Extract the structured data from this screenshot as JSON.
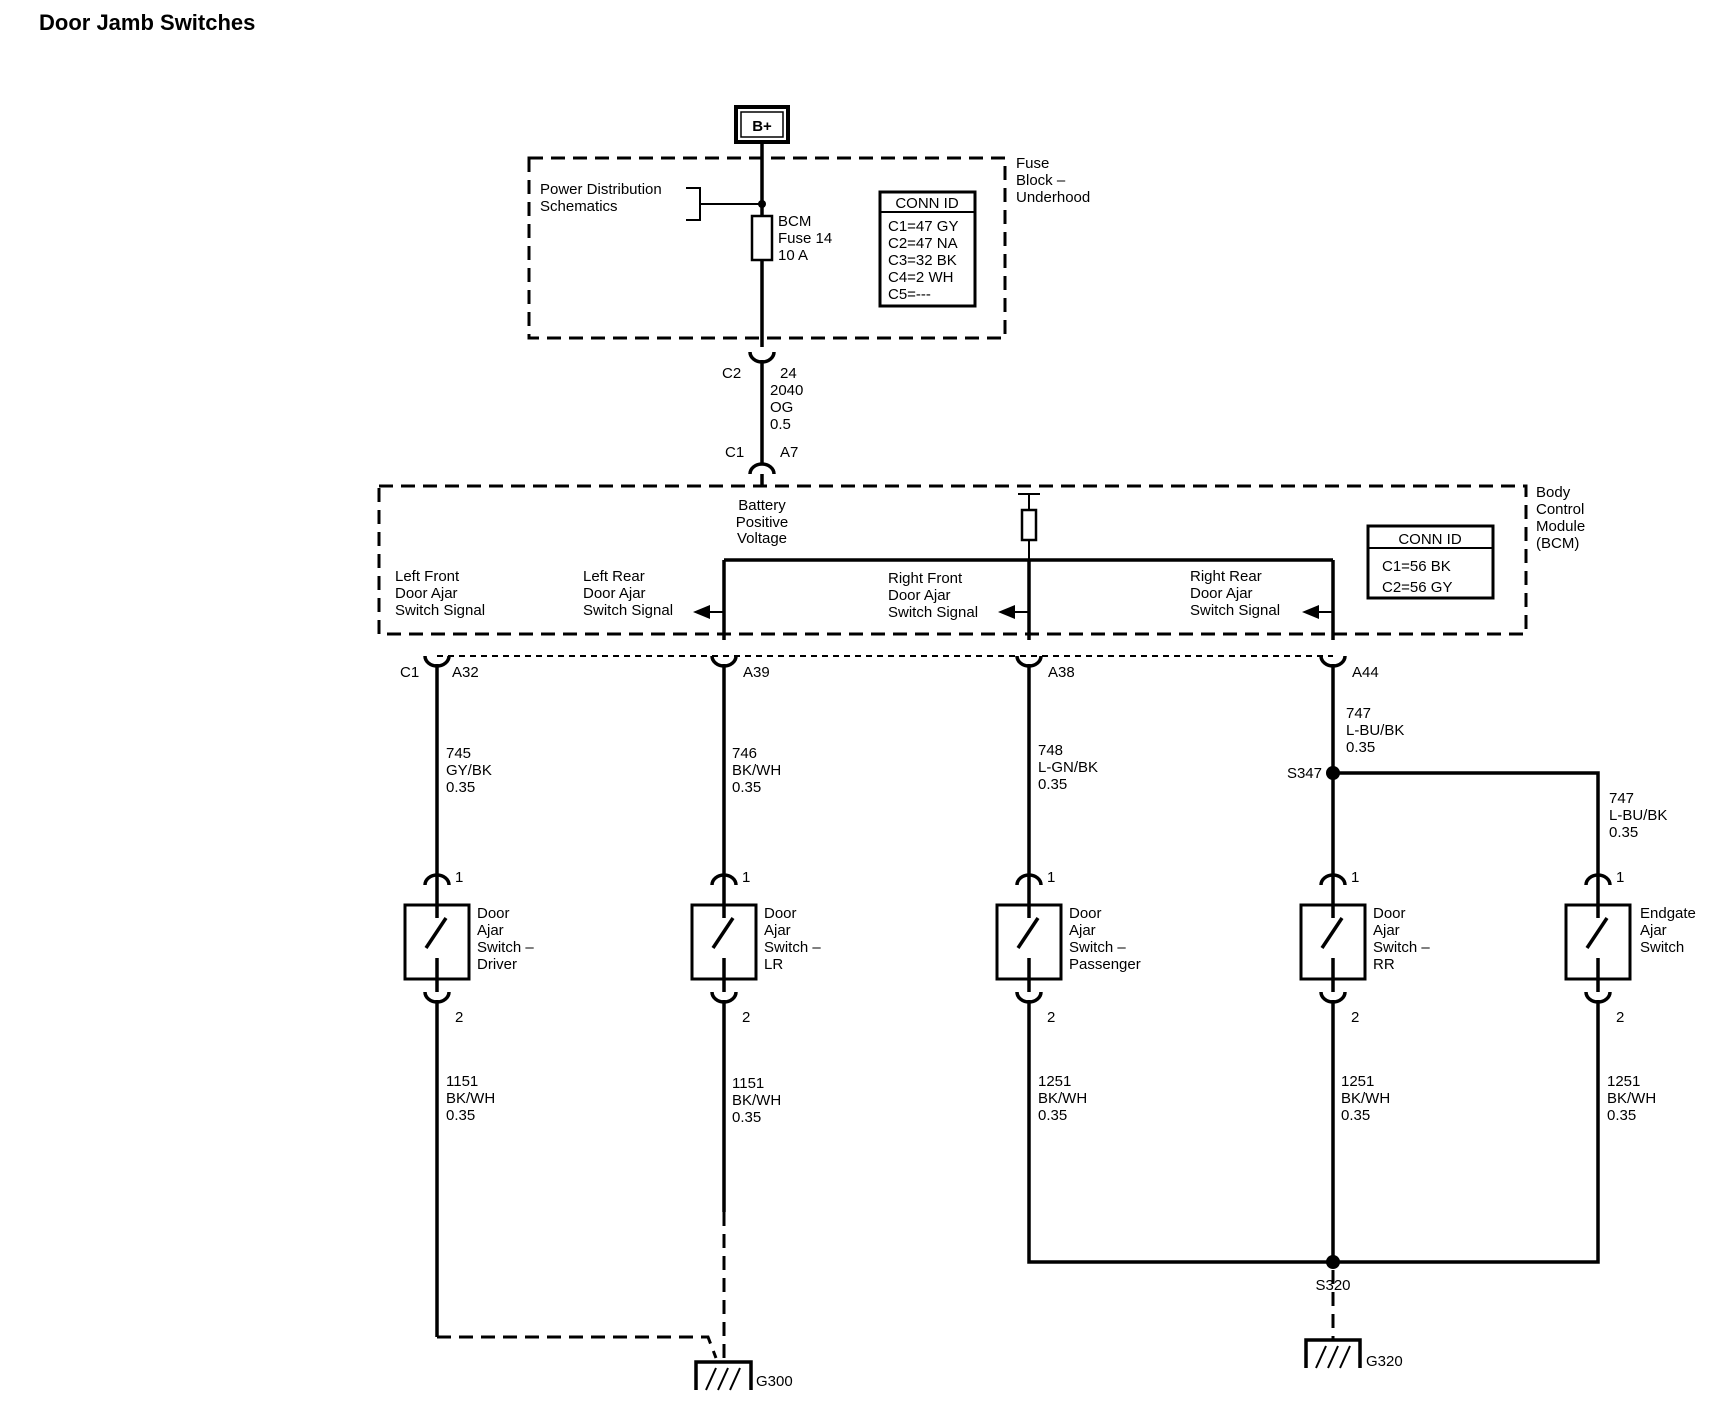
{
  "title": "Door Jamb Switches",
  "power": {
    "label": "B+"
  },
  "fuse_block": {
    "name_lines": [
      "Fuse",
      "Block –",
      "Underhood"
    ],
    "power_dist_lines": [
      "Power Distribution",
      "Schematics"
    ],
    "fuse_lines": [
      "BCM",
      "Fuse 14",
      "10 A"
    ],
    "conn_id": {
      "header": "CONN ID",
      "rows": [
        "C1=47 GY",
        "C2=47 NA",
        "C3=32 BK",
        "C4=2 WH",
        "C5=---"
      ]
    }
  },
  "feed_wire": {
    "c2_connector": "C2",
    "c2_pin": "24",
    "circuit": "2040",
    "color": "OG",
    "gauge": "0.5",
    "c1_connector": "C1",
    "c1_pin": "A7"
  },
  "bcm": {
    "name_lines": [
      "Body",
      "Control",
      "Module",
      "(BCM)"
    ],
    "battery_lines": [
      "Battery",
      "Positive",
      "Voltage"
    ],
    "conn_id": {
      "header": "CONN ID",
      "rows": [
        "C1=56 BK",
        "C2=56 GY"
      ]
    },
    "connector": "C1",
    "signals": [
      {
        "lines": [
          "Left Front",
          "Door Ajar",
          "Switch Signal"
        ],
        "pin": "A32"
      },
      {
        "lines": [
          "Left Rear",
          "Door Ajar",
          "Switch Signal"
        ],
        "pin": "A39"
      },
      {
        "lines": [
          "Right Front",
          "Door Ajar",
          "Switch Signal"
        ],
        "pin": "A38"
      },
      {
        "lines": [
          "Right Rear",
          "Door Ajar",
          "Switch Signal"
        ],
        "pin": "A44"
      }
    ]
  },
  "signal_wires": [
    {
      "circuit": "745",
      "color": "GY/BK",
      "gauge": "0.35"
    },
    {
      "circuit": "746",
      "color": "BK/WH",
      "gauge": "0.35"
    },
    {
      "circuit": "748",
      "color": "L-GN/BK",
      "gauge": "0.35"
    },
    {
      "circuit": "747",
      "color": "L-BU/BK",
      "gauge": "0.35"
    },
    {
      "circuit": "747",
      "color": "L-BU/BK",
      "gauge": "0.35"
    }
  ],
  "splices": {
    "signal": "S347",
    "ground": "S320"
  },
  "switches": [
    {
      "lines": [
        "Door",
        "Ajar",
        "Switch –",
        "Driver"
      ],
      "pin_in": "1",
      "pin_out": "2"
    },
    {
      "lines": [
        "Door",
        "Ajar",
        "Switch –",
        "LR"
      ],
      "pin_in": "1",
      "pin_out": "2"
    },
    {
      "lines": [
        "Door",
        "Ajar",
        "Switch –",
        "Passenger"
      ],
      "pin_in": "1",
      "pin_out": "2"
    },
    {
      "lines": [
        "Door",
        "Ajar",
        "Switch –",
        "RR"
      ],
      "pin_in": "1",
      "pin_out": "2"
    },
    {
      "lines": [
        "Endgate",
        "Ajar",
        "Switch"
      ],
      "pin_in": "1",
      "pin_out": "2"
    }
  ],
  "ground_wires": [
    {
      "circuit": "1151",
      "color": "BK/WH",
      "gauge": "0.35"
    },
    {
      "circuit": "1151",
      "color": "BK/WH",
      "gauge": "0.35"
    },
    {
      "circuit": "1251",
      "color": "BK/WH",
      "gauge": "0.35"
    },
    {
      "circuit": "1251",
      "color": "BK/WH",
      "gauge": "0.35"
    },
    {
      "circuit": "1251",
      "color": "BK/WH",
      "gauge": "0.35"
    }
  ],
  "grounds": {
    "left": "G300",
    "right": "G320"
  }
}
